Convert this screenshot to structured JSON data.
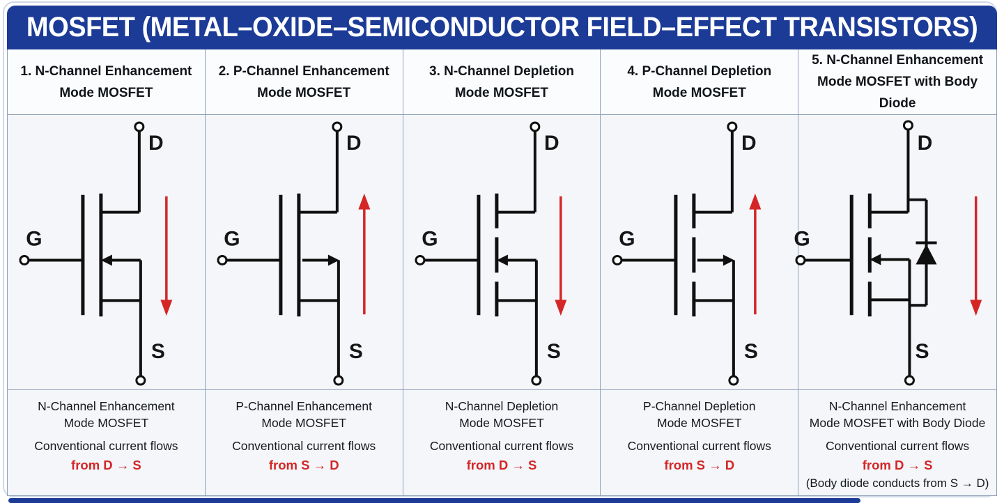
{
  "title": "MOSFET (METAL–OXIDE–SEMICONDUCTOR FIELD–EFFECT TRANSISTORS)",
  "colors": {
    "header_bg": "#1c3b97",
    "accent_red": "#d42626",
    "border": "#8fa0b6",
    "cell_bg": "#f4f6fa"
  },
  "terminals": {
    "drain": "D",
    "gate": "G",
    "source": "S"
  },
  "columns": [
    {
      "header_line1": "1. N-Channel Enhancement",
      "header_line2": "Mode MOSFET",
      "symbol": {
        "channel": "solid",
        "body_arrow": "into-channel",
        "current_arrow": "down",
        "body_diode": false
      },
      "desc_line1": "N-Channel Enhancement",
      "desc_line2": "Mode MOSFET",
      "flow_label": "Conventional current flows",
      "flow_direction": "from D → S"
    },
    {
      "header_line1": "2. P-Channel Enhancement",
      "header_line2": "Mode MOSFET",
      "symbol": {
        "channel": "solid",
        "body_arrow": "out-of-channel",
        "current_arrow": "up",
        "body_diode": false
      },
      "desc_line1": "P-Channel Enhancement",
      "desc_line2": "Mode MOSFET",
      "flow_label": "Conventional current flows",
      "flow_direction": "from S → D"
    },
    {
      "header_line1": "3. N-Channel Depletion",
      "header_line2": "Mode MOSFET",
      "symbol": {
        "channel": "broken",
        "body_arrow": "into-channel",
        "current_arrow": "down",
        "body_diode": false
      },
      "desc_line1": "N-Channel Depletion",
      "desc_line2": "Mode MOSFET",
      "flow_label": "Conventional current flows",
      "flow_direction": "from D → S"
    },
    {
      "header_line1": "4. P-Channel Depletion",
      "header_line2": "Mode MOSFET",
      "symbol": {
        "channel": "broken",
        "body_arrow": "out-of-channel",
        "current_arrow": "up",
        "body_diode": false
      },
      "desc_line1": "P-Channel Depletion",
      "desc_line2": "Mode MOSFET",
      "flow_label": "Conventional current flows",
      "flow_direction": "from S → D"
    },
    {
      "header_line1": "5. N-Channel Enhancement",
      "header_line2": "Mode MOSFET with Body Diode",
      "symbol": {
        "channel": "broken",
        "body_arrow": "into-channel",
        "current_arrow": "down",
        "body_diode": true
      },
      "desc_line1": "N-Channel Enhancement",
      "desc_line2": "Mode MOSFET with Body Diode",
      "flow_label": "Conventional current flows",
      "flow_direction": "from D → S",
      "note": "(Body diode conducts from S → D)"
    }
  ]
}
